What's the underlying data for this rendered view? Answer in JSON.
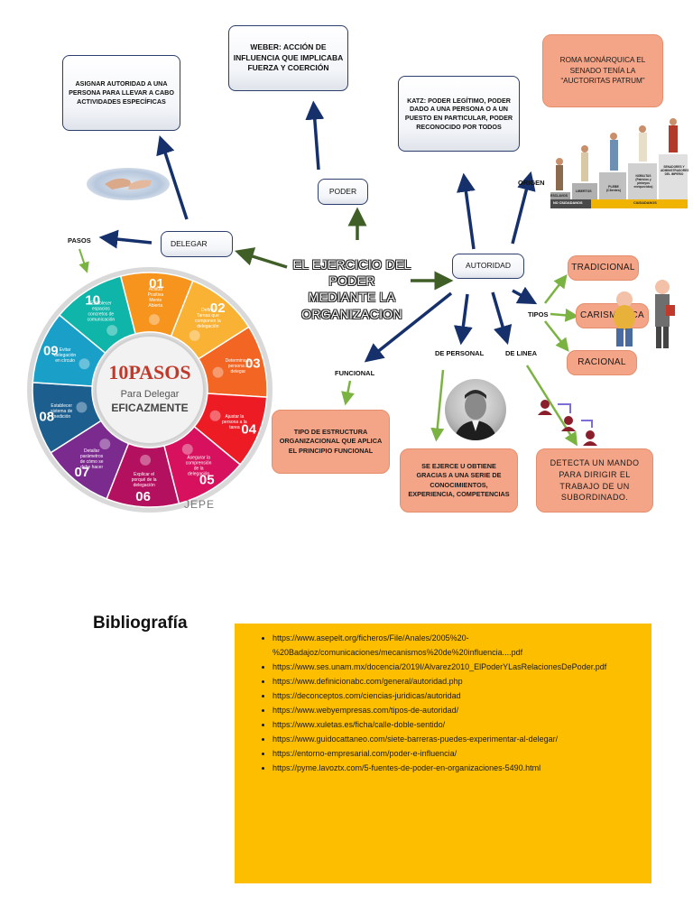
{
  "center_title": [
    "EL EJERCICIO DEL PODER",
    "MEDIANTE LA",
    "ORGANIZACION"
  ],
  "nodes": {
    "poder": "PODER",
    "delegar": "DELEGAR",
    "autoridad": "AUTORIDAD",
    "pasos": "PASOS",
    "weber": "WEBER: ACCIÓN DE INFLUENCIA QUE IMPLICABA FUERZA Y COERCIÓN",
    "asignar": "ASIGNAR AUTORIDAD A UNA PERSONA PARA LLEVAR A CABO ACTIVIDADES ESPECÍFICAS",
    "katz": "KATZ: PODER LEGÍTIMO, PODER DADO A UNA PERSONA O A UN PUESTO EN PARTICULAR, PODER RECONOCIDO POR TODOS",
    "origen": "ORIGEN",
    "roma": "ROMA MONÁRQUICA EL SENADO TENÍA LA “AUCTORITAS PATRUM”",
    "tipos": "TIPOS",
    "tradicional": "TRADICIONAL",
    "carismatica": "CARISMATICA",
    "racional": "RACIONAL",
    "funcional": "FUNCIONAL",
    "de_personal": "DE PERSONAL",
    "de_linea": "DE LINEA",
    "funcional_desc": "TIPO DE ESTRUCTURA ORGANIZACIONAL QUE APLICA EL PRINCIPIO FUNCIONAL",
    "personal_desc": "SE EJERCE U OBTIENE GRACIAS A UNA SERIE DE CONOCIMIENTOS, EXPERIENCIA, COMPETENCIAS",
    "linea_desc": "DETECTA UN MANDO PARA DIRIGIR EL TRABAJO DE UN SUBORDINADO."
  },
  "wheel": {
    "title_big": "10PASOS",
    "title_sub": "Para Delegar",
    "title_sub2": "EFICAZMENTE",
    "watermark": "JEPE",
    "steps": [
      {
        "num": "01",
        "text": "Actitud Positiva Mente Abierta",
        "color": "#f7941d"
      },
      {
        "num": "02",
        "text": "Define Tareas que componen la delegación",
        "color": "#f9b233"
      },
      {
        "num": "03",
        "text": "Determina la persona a delegar",
        "color": "#f26522"
      },
      {
        "num": "04",
        "text": "Ajustar la persona a la tarea",
        "color": "#ed1c24"
      },
      {
        "num": "05",
        "text": "Asegurar la comprensión de la delegación",
        "color": "#d8115f"
      },
      {
        "num": "06",
        "text": "Explicar el porqué de la delegación",
        "color": "#b3105f"
      },
      {
        "num": "07",
        "text": "Detallar parámetros de cómo se debe hacer",
        "color": "#7b2a8e"
      },
      {
        "num": "08",
        "text": "Establecer sistema de medición",
        "color": "#1c5f8e"
      },
      {
        "num": "09",
        "text": "Evitar delegación en círculo",
        "color": "#1aa0c8"
      },
      {
        "num": "10",
        "text": "Establecer espacios concretos de comunicación",
        "color": "#0fb5a8"
      }
    ]
  },
  "roma_figure_labels": [
    "ESCLAVOS",
    "LIBERTOS",
    "PLEBE (Clientes)",
    "NOBILITAS (Patricios y plebeyos enriquecidos)",
    "SENADORES Y ADMINISTRADORES DEL IMPERIO"
  ],
  "roma_footer": [
    "NO CIUDADANOS",
    "CIUDADANOS"
  ],
  "bibliography": {
    "title": "Bibliografía",
    "links": [
      "https://www.asepelt.org/ficheros/File/Anales/2005%20-%20Badajoz/comunicaciones/mecanismos%20de%20influencia....pdf",
      "https://www.ses.unam.mx/docencia/2019I/Alvarez2010_ElPoderYLasRelacionesDePoder.pdf",
      "https://www.definicionabc.com/general/autoridad.php",
      "https://deconceptos.com/ciencias-juridicas/autoridad",
      "https://www.webyempresas.com/tipos-de-autoridad/",
      "https://www.xuletas.es/ficha/calle-doble-sentido/",
      "https://www.guidocattaneo.com/siete-barreras-puedes-experimentar-al-delegar/",
      "https://entorno-empresarial.com/poder-e-influencia/",
      "https://pyme.lavoztx.com/5-fuentes-de-poder-en-organizaciones-5490.html"
    ]
  },
  "colors": {
    "navy_arrow": "#16306b",
    "green_arrow": "#7bb342",
    "dark_green_arrow": "#3f5f27",
    "orange_box": "#f4a587",
    "bib_bg": "#fdbe00"
  }
}
